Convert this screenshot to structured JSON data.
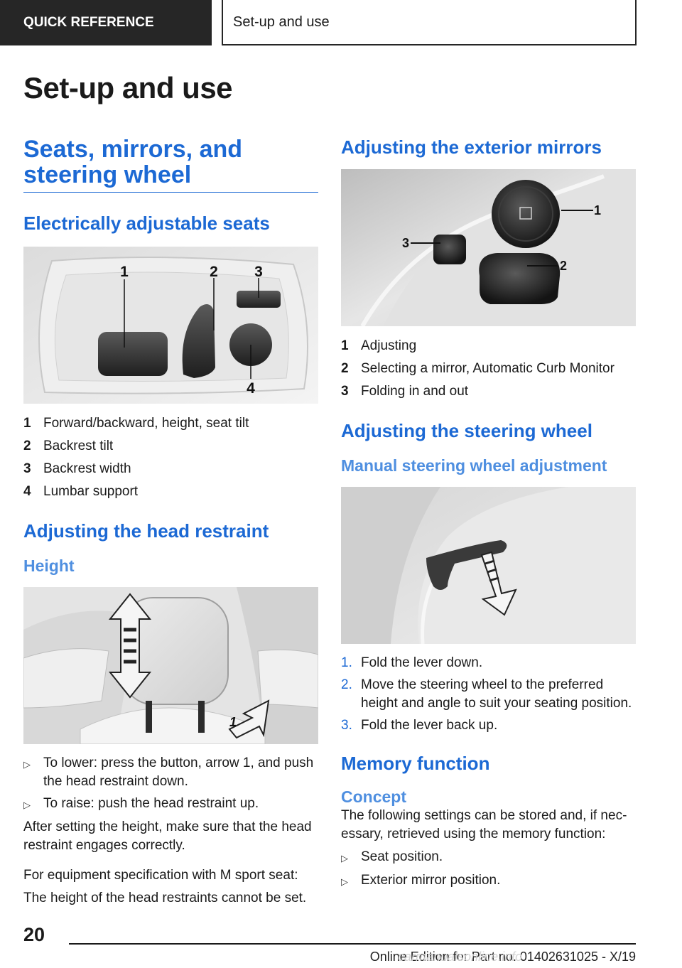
{
  "header": {
    "tab": "QUICK REFERENCE",
    "section": "Set-up and use"
  },
  "page_title": "Set-up and use",
  "left": {
    "h2": "Seats, mirrors, and steering wheel",
    "seats_heading": "Electrically adjustable seats",
    "seat_figure_labels": [
      "1",
      "2",
      "3",
      "4"
    ],
    "seat_legend": [
      {
        "num": "1",
        "text": "Forward/backward, height, seat tilt"
      },
      {
        "num": "2",
        "text": "Backrest tilt"
      },
      {
        "num": "3",
        "text": "Backrest width"
      },
      {
        "num": "4",
        "text": "Lumbar support"
      }
    ],
    "head_heading": "Adjusting the head restraint",
    "height_heading": "Height",
    "head_figure_label": "1",
    "head_bullets": [
      "To lower: press the button, arrow 1, and push the head restraint down.",
      "To raise: push the head restraint up."
    ],
    "para1": "After setting the height, make sure that the head restraint engages correctly.",
    "para2": "For equipment specification with M sport seat:",
    "para3": "The height of the head restraints cannot be set."
  },
  "right": {
    "mirror_heading": "Adjusting the exterior mirrors",
    "mirror_figure_labels": [
      "1",
      "2",
      "3"
    ],
    "mirror_legend": [
      {
        "num": "1",
        "text": "Adjusting"
      },
      {
        "num": "2",
        "text": "Selecting a mirror, Automatic Curb Monitor"
      },
      {
        "num": "3",
        "text": "Folding in and out"
      }
    ],
    "steer_heading": "Adjusting the steering wheel",
    "manual_heading": "Manual steering wheel adjustment",
    "steps": [
      {
        "num": "1.",
        "text": "Fold the lever down."
      },
      {
        "num": "2.",
        "text": "Move the steering wheel to the preferred height and angle to suit your seating position."
      },
      {
        "num": "3.",
        "text": "Fold the lever back up."
      }
    ],
    "memory_heading": "Memory function",
    "concept_heading": "Concept",
    "concept_text": "The following settings can be stored and, if nec­essary, retrieved using the memory function:",
    "memory_bullets": [
      "Seat position.",
      "Exterior mirror position."
    ]
  },
  "footer": {
    "page_number": "20",
    "edition": "Online Edition for Part no. 01402631025 - X/19",
    "watermark": "carmanualsonline.info"
  },
  "colors": {
    "accent": "#1c69d4",
    "subhead": "#4f8fe0",
    "tab_bg": "#262626"
  }
}
